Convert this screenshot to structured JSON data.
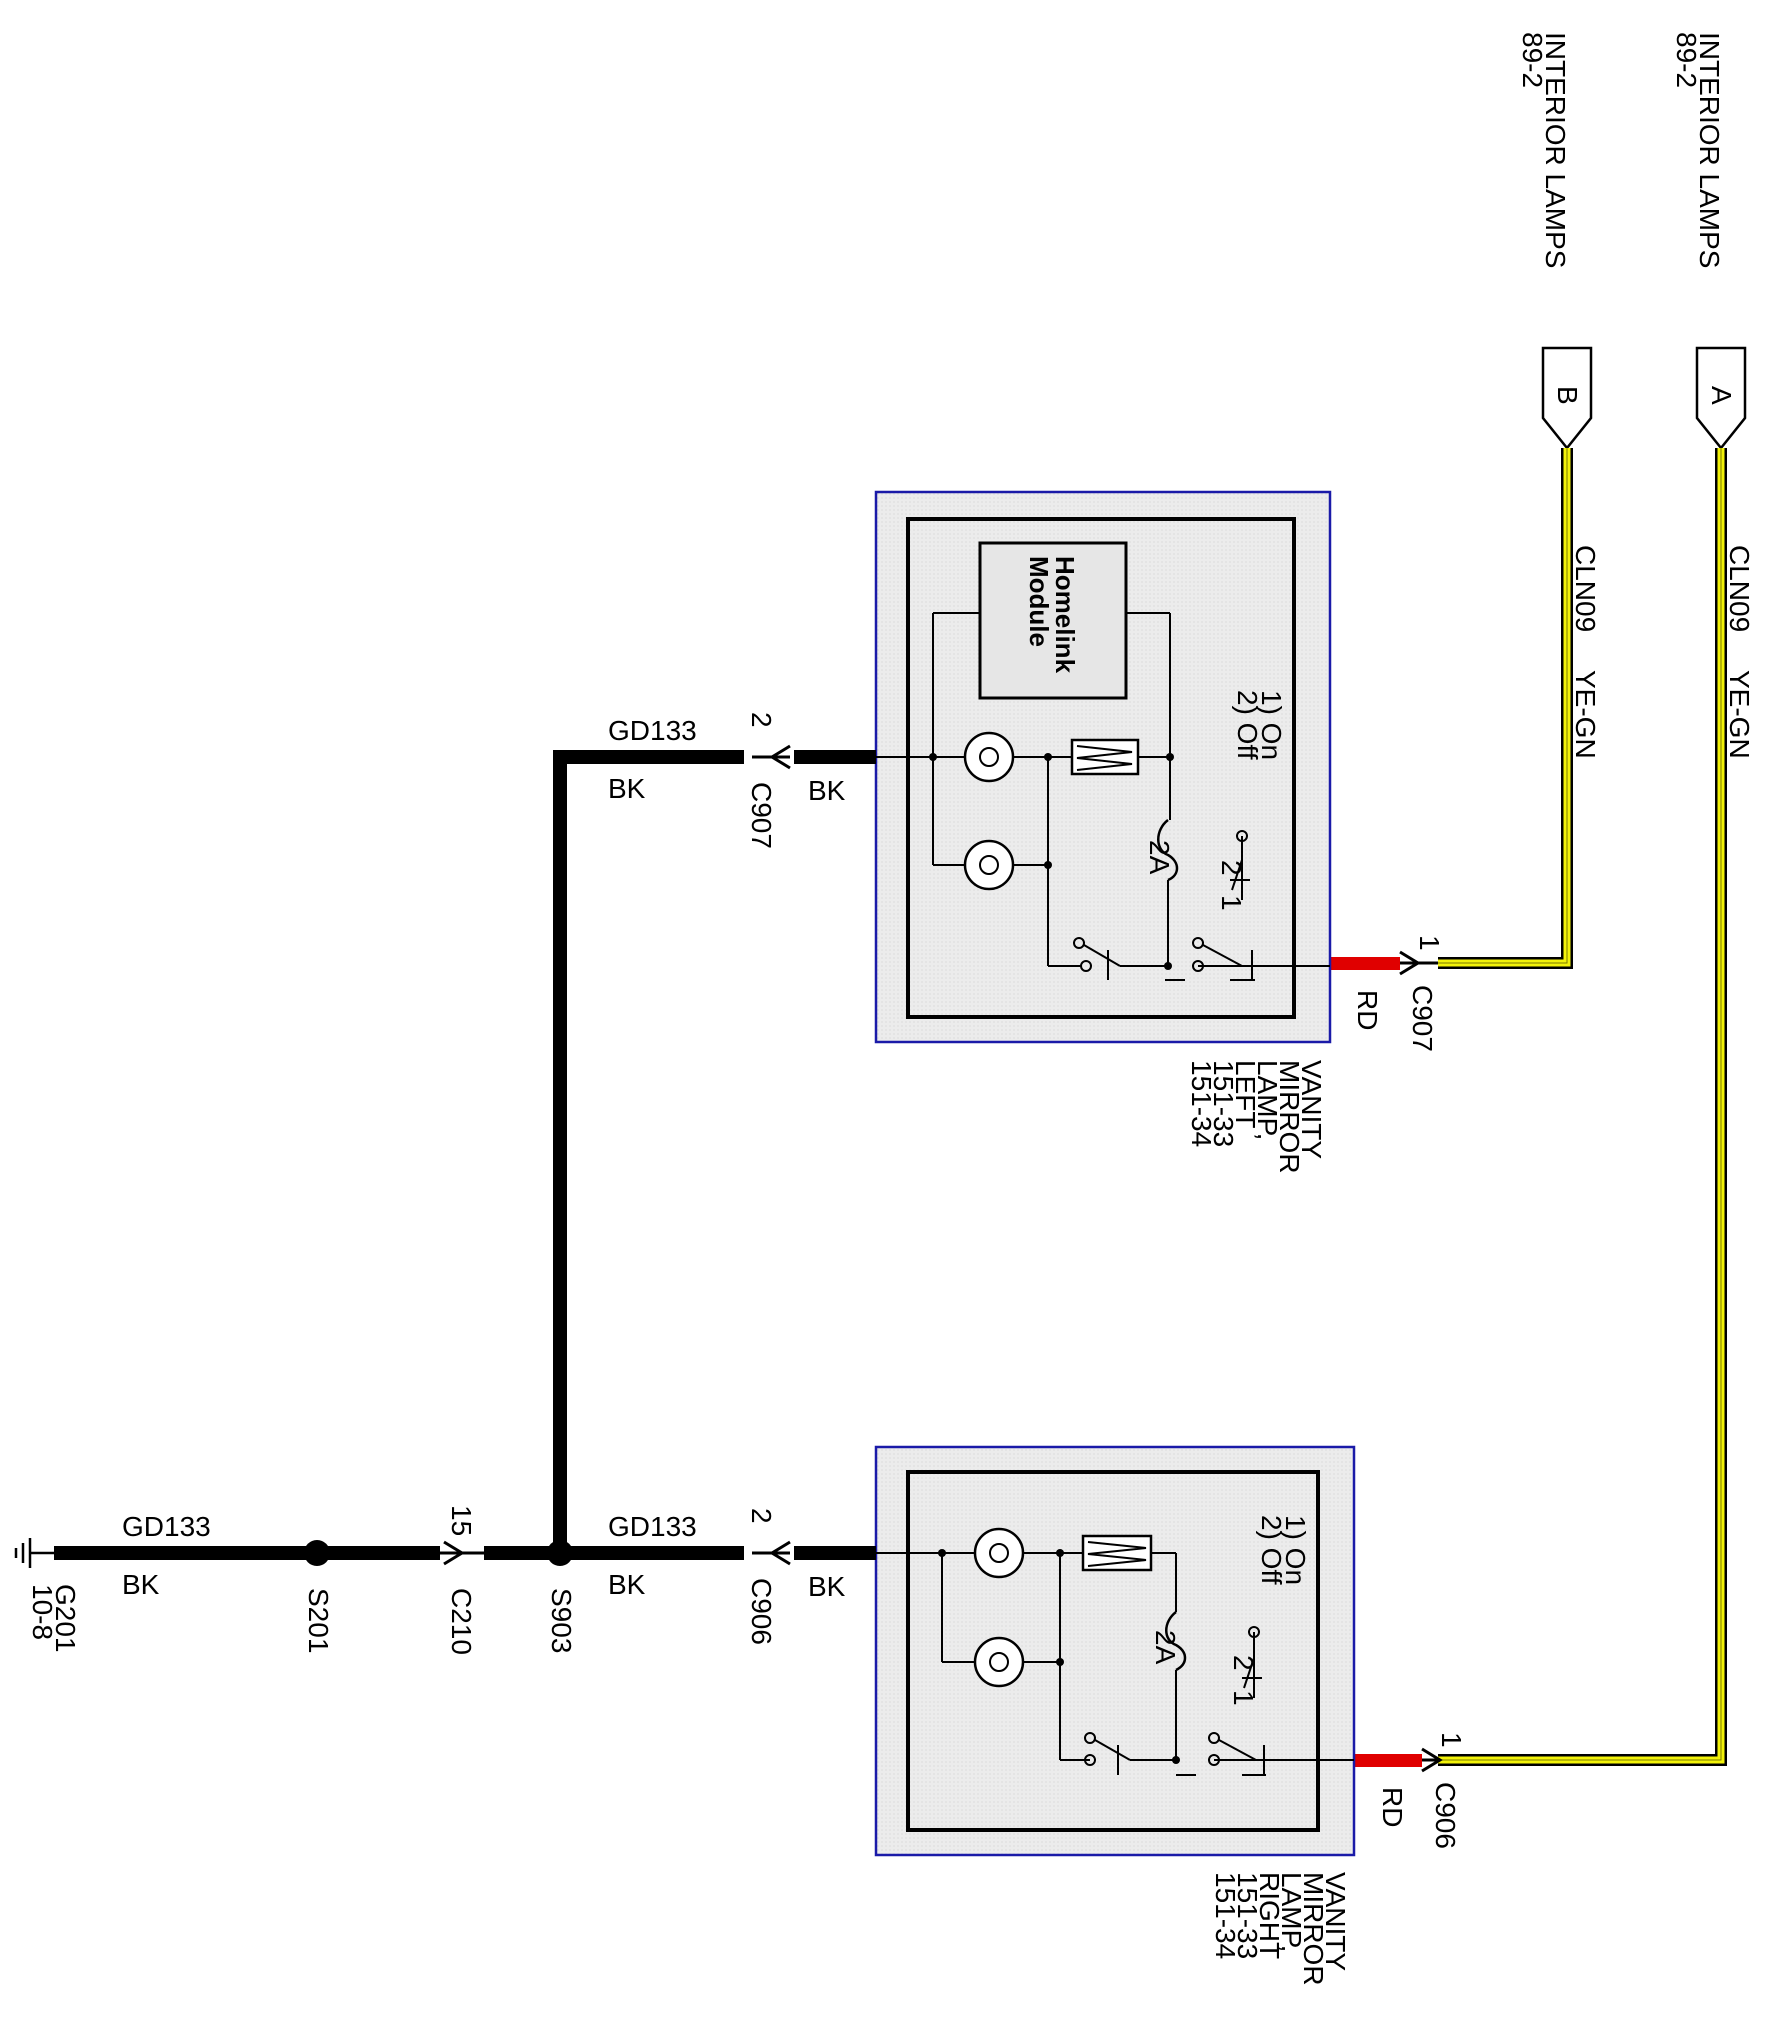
{
  "headers": [
    {
      "title": "INTERIOR LAMPS",
      "ref": "89-2"
    },
    {
      "title": "INTERIOR LAMPS",
      "ref": "89-2"
    }
  ],
  "connectors": {
    "a": "A",
    "b": "B"
  },
  "wires": {
    "a": {
      "circuit": "CLN09",
      "color": "YE-GN"
    },
    "b": {
      "circuit": "CLN09",
      "color": "YE-GN"
    }
  },
  "left_lamp": {
    "name_lines": [
      "VANITY",
      "MIRROR",
      "LAMP,",
      "LEFT",
      "151-33",
      "151-34"
    ],
    "module": [
      "Homelink",
      "Module"
    ],
    "switch_positions": [
      "1) On",
      "2) Off"
    ],
    "fuse": "2A",
    "pin_labels": [
      "2",
      "1"
    ],
    "power_pin": "1",
    "power_connector": "C907",
    "power_wire_color": "RD",
    "ground_pin": "2",
    "ground_connector": "C907",
    "ground_wire_color": "BK"
  },
  "right_lamp": {
    "name_lines": [
      "VANITY",
      "MIRROR",
      "LAMP,",
      "RIGHT",
      "151-33",
      "151-34"
    ],
    "switch_positions": [
      "1) On",
      "2) Off"
    ],
    "fuse": "2A",
    "pin_labels": [
      "2",
      "1"
    ],
    "power_pin": "1",
    "power_connector": "C906",
    "power_wire_color": "RD",
    "ground_pin": "2",
    "ground_connector": "C906",
    "ground_wire_color": "BK"
  },
  "ground_circuit": {
    "upper_circuit": "GD133",
    "upper_color": "BK",
    "mid_circuit": "GD133",
    "mid_color": "BK",
    "main_circuit": "GD133",
    "main_color": "BK"
  },
  "nodes": {
    "s903": "S903",
    "c210": "C210",
    "c210_pin": "15",
    "s201": "S201",
    "ground": "G201",
    "ground_ref": "10-8"
  }
}
